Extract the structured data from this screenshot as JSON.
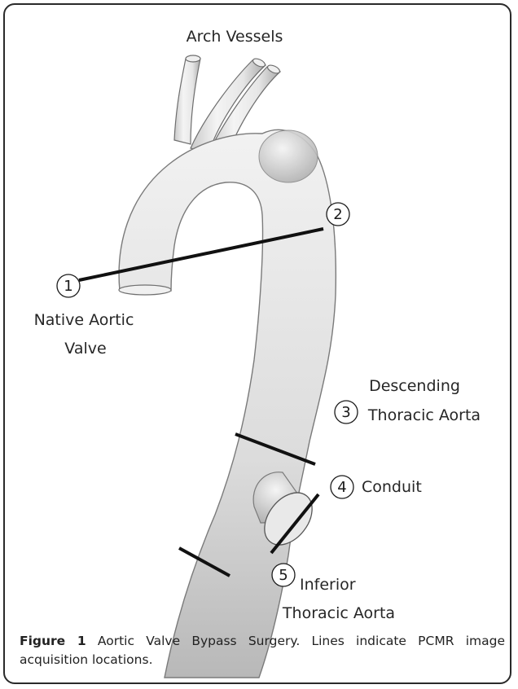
{
  "labels": {
    "arch_vessels": "Arch Vessels",
    "native_aortic_valve_line1": "Native Aortic",
    "native_aortic_valve_line2": "Valve",
    "descending_line1": "Descending",
    "descending_line2": "Thoracic Aorta",
    "conduit": "Conduit",
    "inferior_line1": "Inferior",
    "inferior_line2": "Thoracic Aorta"
  },
  "markers": [
    "1",
    "2",
    "3",
    "4",
    "5"
  ],
  "caption": {
    "label": "Figure 1",
    "text": "Aortic Valve Bypass Surgery. Lines indicate PCMR image acquisition locations."
  }
}
